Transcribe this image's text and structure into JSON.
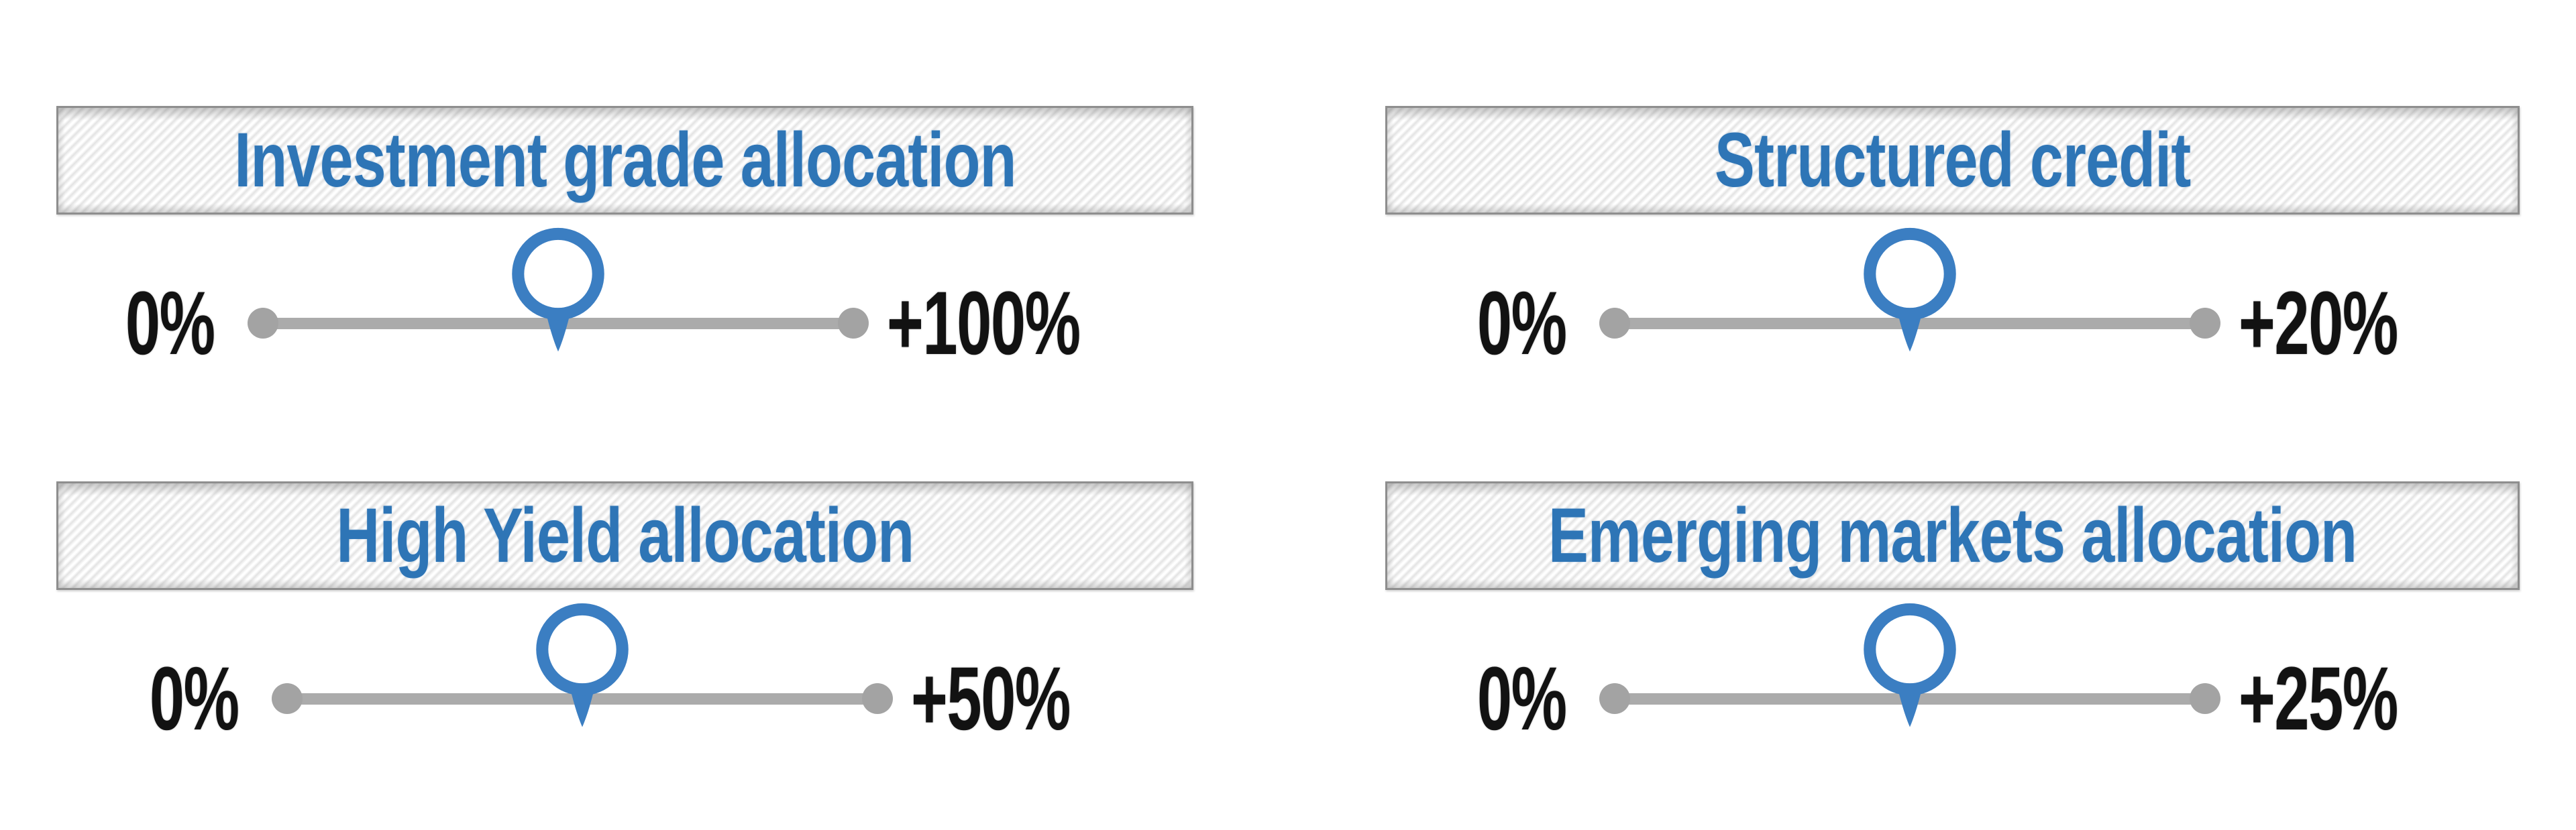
{
  "theme": {
    "header_text_color": "#2E75B6",
    "pin_color": "#3B7EC2",
    "track_color": "#ABABAB",
    "endpoint_color": "#A3A3A3",
    "label_color": "#121212",
    "box_border_color": "#8E8E8E",
    "stripe_color": "#E3E3E3",
    "page_bg": "#FFFFFF"
  },
  "panels": [
    {
      "title": "Investment grade allocation",
      "min_label": "0%",
      "max_label": "+100%",
      "handle_position_pct": 50
    },
    {
      "title": "Structured credit",
      "min_label": "0%",
      "max_label": "+20%",
      "handle_position_pct": 50
    },
    {
      "title": "High Yield allocation",
      "min_label": "0%",
      "max_label": "+50%",
      "handle_position_pct": 50
    },
    {
      "title": "Emerging markets allocation",
      "min_label": "0%",
      "max_label": "+25%",
      "handle_position_pct": 50
    }
  ]
}
